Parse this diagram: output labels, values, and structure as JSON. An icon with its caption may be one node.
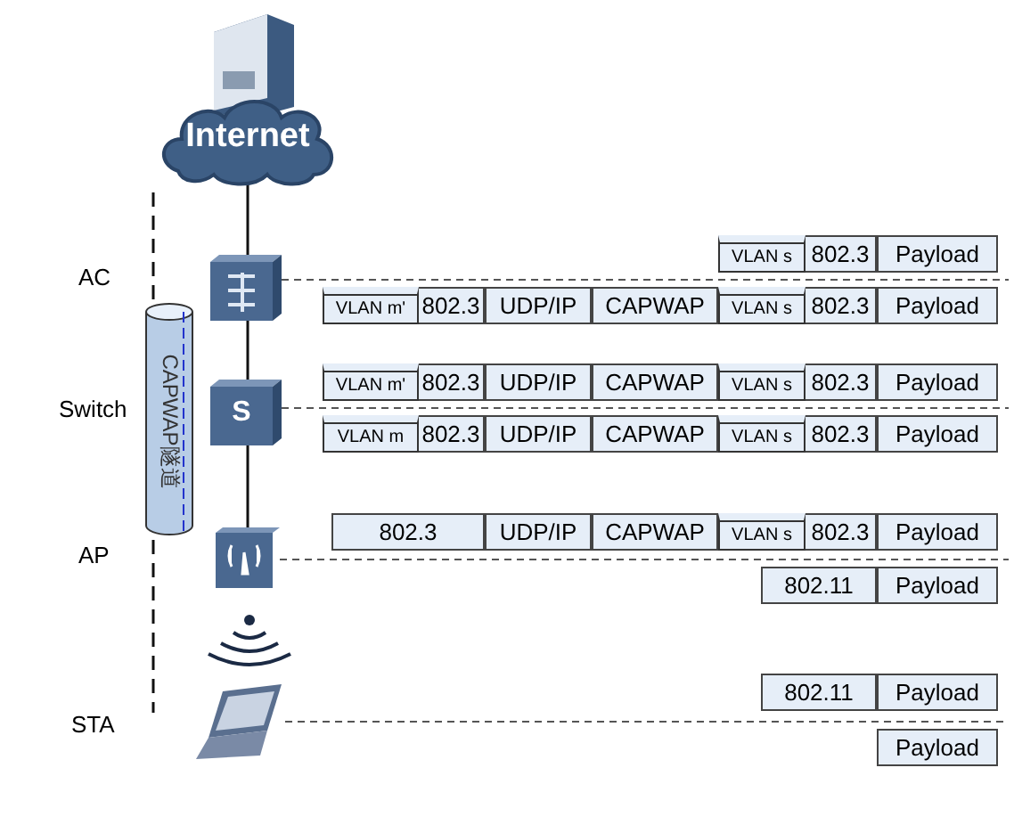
{
  "diagram": {
    "nodes": [
      {
        "text": [
          "Internet"
        ]
      },
      {
        "text": [],
        "shape": "box"
      },
      {
        "text": [
          "S"
        ]
      },
      {
        "text": [],
        "shape": "box"
      },
      {
        "text": [
          "CAPWAP隧道"
        ]
      }
    ],
    "edges": [
      {
        "from": 0,
        "to": 1,
        "arrow": "none"
      },
      {
        "from": 1,
        "to": 2,
        "arrow": "none"
      },
      {
        "from": 2,
        "to": 3,
        "arrow": "none"
      }
    ],
    "labels": [
      "AC",
      "Switch",
      "AP",
      "STA",
      "VLAN s",
      "802.3",
      "Payload",
      "VLAN m'",
      "802.3",
      "UDP/IP",
      "CAPWAP",
      "VLAN s",
      "802.3",
      "Payload",
      "VLAN m'",
      "802.3",
      "UDP/IP",
      "CAPWAP",
      "VLAN s",
      "802.3",
      "Payload",
      "VLAN m",
      "802.3",
      "UDP/IP",
      "CAPWAP",
      "VLAN s",
      "802.3",
      "Payload",
      "802.3",
      "UDP/IP",
      "CAPWAP",
      "VLAN s",
      "802.3",
      "Payload",
      "802.11",
      "Payload",
      "802.11",
      "Payload",
      "Payload"
    ]
  }
}
